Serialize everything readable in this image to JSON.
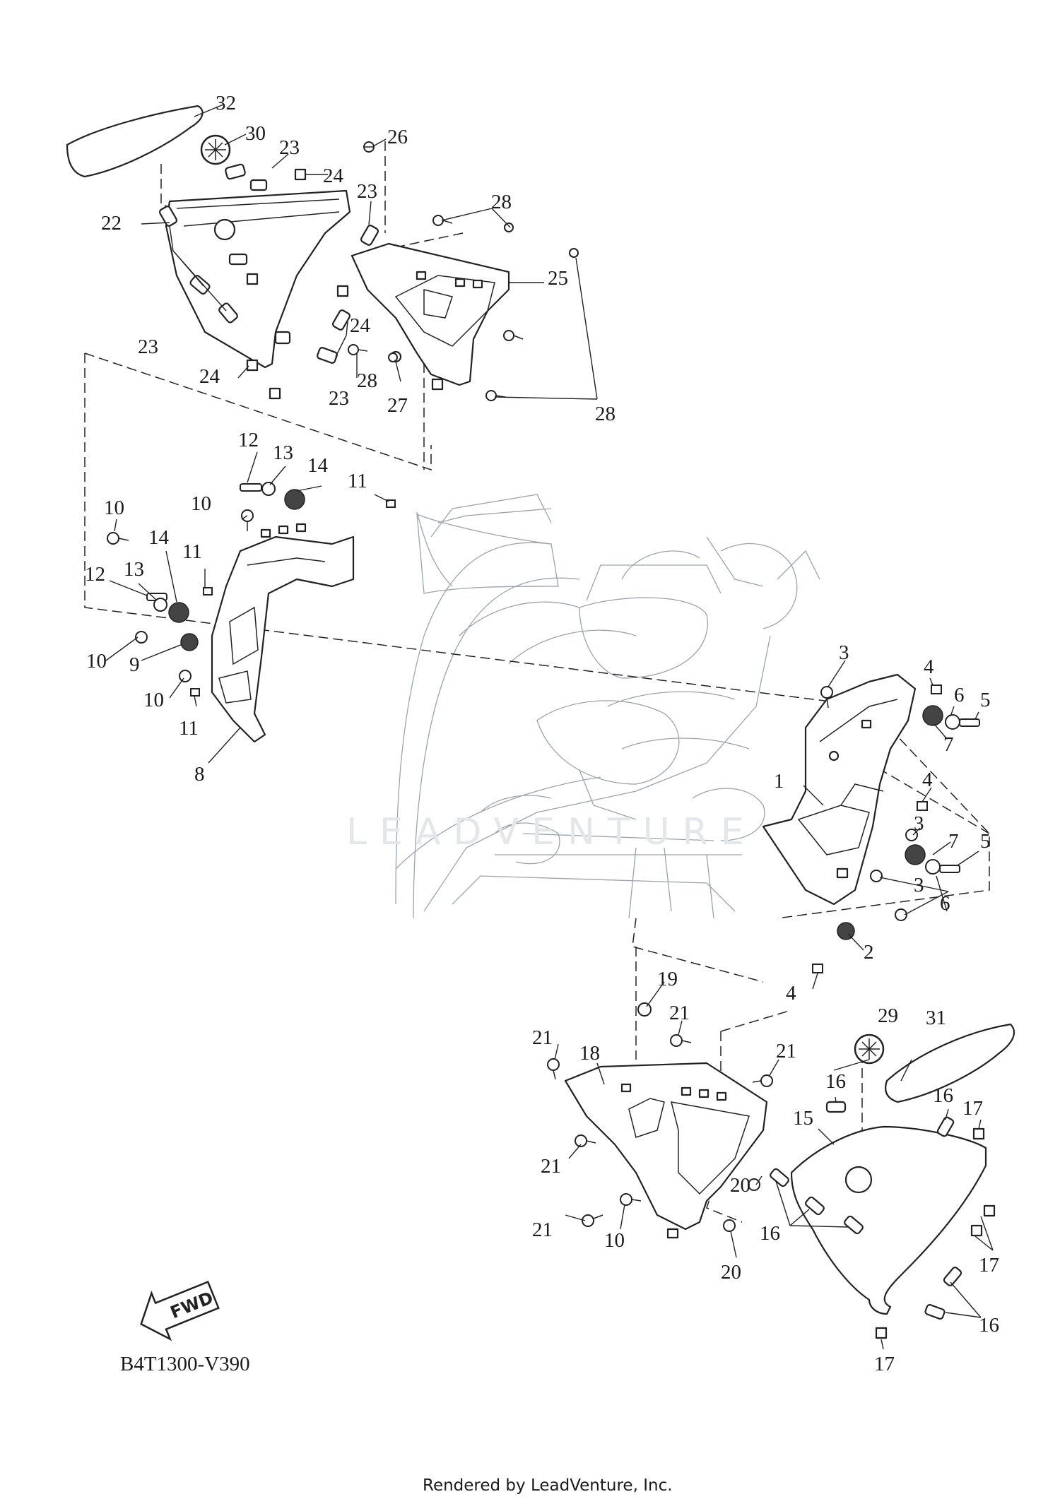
{
  "diagram": {
    "code": "B4T1300-V390",
    "rendered_by": "Rendered by LeadVenture, Inc.",
    "watermark": "LEADVENTURE",
    "fwd_label": "FWD",
    "callouts": [
      {
        "id": "c1",
        "n": "1"
      },
      {
        "id": "c2",
        "n": "2"
      },
      {
        "id": "c3a",
        "n": "3"
      },
      {
        "id": "c3b",
        "n": "3"
      },
      {
        "id": "c3c",
        "n": "3"
      },
      {
        "id": "c4a",
        "n": "4"
      },
      {
        "id": "c4b",
        "n": "4"
      },
      {
        "id": "c4c",
        "n": "4"
      },
      {
        "id": "c5a",
        "n": "5"
      },
      {
        "id": "c5b",
        "n": "5"
      },
      {
        "id": "c6a",
        "n": "6"
      },
      {
        "id": "c6b",
        "n": "6"
      },
      {
        "id": "c7a",
        "n": "7"
      },
      {
        "id": "c7b",
        "n": "7"
      },
      {
        "id": "c8",
        "n": "8"
      },
      {
        "id": "c9",
        "n": "9"
      },
      {
        "id": "c10a",
        "n": "10"
      },
      {
        "id": "c10b",
        "n": "10"
      },
      {
        "id": "c10c",
        "n": "10"
      },
      {
        "id": "c10d",
        "n": "10"
      },
      {
        "id": "c10e",
        "n": "10"
      },
      {
        "id": "c11a",
        "n": "11"
      },
      {
        "id": "c11b",
        "n": "11"
      },
      {
        "id": "c11c",
        "n": "11"
      },
      {
        "id": "c12a",
        "n": "12"
      },
      {
        "id": "c12b",
        "n": "12"
      },
      {
        "id": "c13a",
        "n": "13"
      },
      {
        "id": "c13b",
        "n": "13"
      },
      {
        "id": "c14a",
        "n": "14"
      },
      {
        "id": "c14b",
        "n": "14"
      },
      {
        "id": "c15",
        "n": "15"
      },
      {
        "id": "c16a",
        "n": "16"
      },
      {
        "id": "c16b",
        "n": "16"
      },
      {
        "id": "c16c",
        "n": "16"
      },
      {
        "id": "c16d",
        "n": "16"
      },
      {
        "id": "c17a",
        "n": "17"
      },
      {
        "id": "c17b",
        "n": "17"
      },
      {
        "id": "c17c",
        "n": "17"
      },
      {
        "id": "c18",
        "n": "18"
      },
      {
        "id": "c19",
        "n": "19"
      },
      {
        "id": "c20a",
        "n": "20"
      },
      {
        "id": "c20b",
        "n": "20"
      },
      {
        "id": "c21a",
        "n": "21"
      },
      {
        "id": "c21b",
        "n": "21"
      },
      {
        "id": "c21c",
        "n": "21"
      },
      {
        "id": "c21d",
        "n": "21"
      },
      {
        "id": "c21e",
        "n": "21"
      },
      {
        "id": "c22",
        "n": "22"
      },
      {
        "id": "c23a",
        "n": "23"
      },
      {
        "id": "c23b",
        "n": "23"
      },
      {
        "id": "c23c",
        "n": "23"
      },
      {
        "id": "c23d",
        "n": "23"
      },
      {
        "id": "c24a",
        "n": "24"
      },
      {
        "id": "c24b",
        "n": "24"
      },
      {
        "id": "c24c",
        "n": "24"
      },
      {
        "id": "c25",
        "n": "25"
      },
      {
        "id": "c26",
        "n": "26"
      },
      {
        "id": "c27",
        "n": "27"
      },
      {
        "id": "c28a",
        "n": "28"
      },
      {
        "id": "c28b",
        "n": "28"
      },
      {
        "id": "c28c",
        "n": "28"
      },
      {
        "id": "c29",
        "n": "29"
      },
      {
        "id": "c30",
        "n": "30"
      },
      {
        "id": "c31",
        "n": "31"
      },
      {
        "id": "c32",
        "n": "32"
      }
    ]
  }
}
